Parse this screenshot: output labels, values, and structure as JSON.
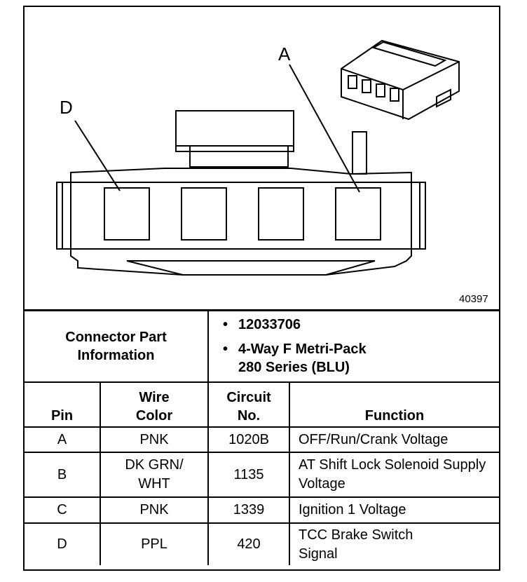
{
  "figure": {
    "number": "40397",
    "callouts": [
      "A",
      "D"
    ]
  },
  "connector": {
    "header": "Connector Part Information",
    "part_number": "12033706",
    "description_line1": "4-Way F Metri-Pack",
    "description_line2": "280 Series (BLU)",
    "bullet": "•"
  },
  "pin_table": {
    "headers": {
      "pin": "Pin",
      "wire_color": "Wire Color",
      "circuit_no": "Circuit No.",
      "function": "Function"
    },
    "rows": [
      {
        "pin": "A",
        "wire_color": "PNK",
        "circuit": "1020B",
        "function": "OFF/Run/Crank Voltage"
      },
      {
        "pin": "B",
        "wire_color": "DK GRN/ WHT",
        "circuit": "1135",
        "function": "AT Shift Lock Solenoid Supply Voltage"
      },
      {
        "pin": "C",
        "wire_color": "PNK",
        "circuit": "1339",
        "function": "Ignition 1 Voltage"
      },
      {
        "pin": "D",
        "wire_color": "PPL",
        "circuit": "420",
        "function": "TCC Brake Switch Signal"
      }
    ]
  }
}
